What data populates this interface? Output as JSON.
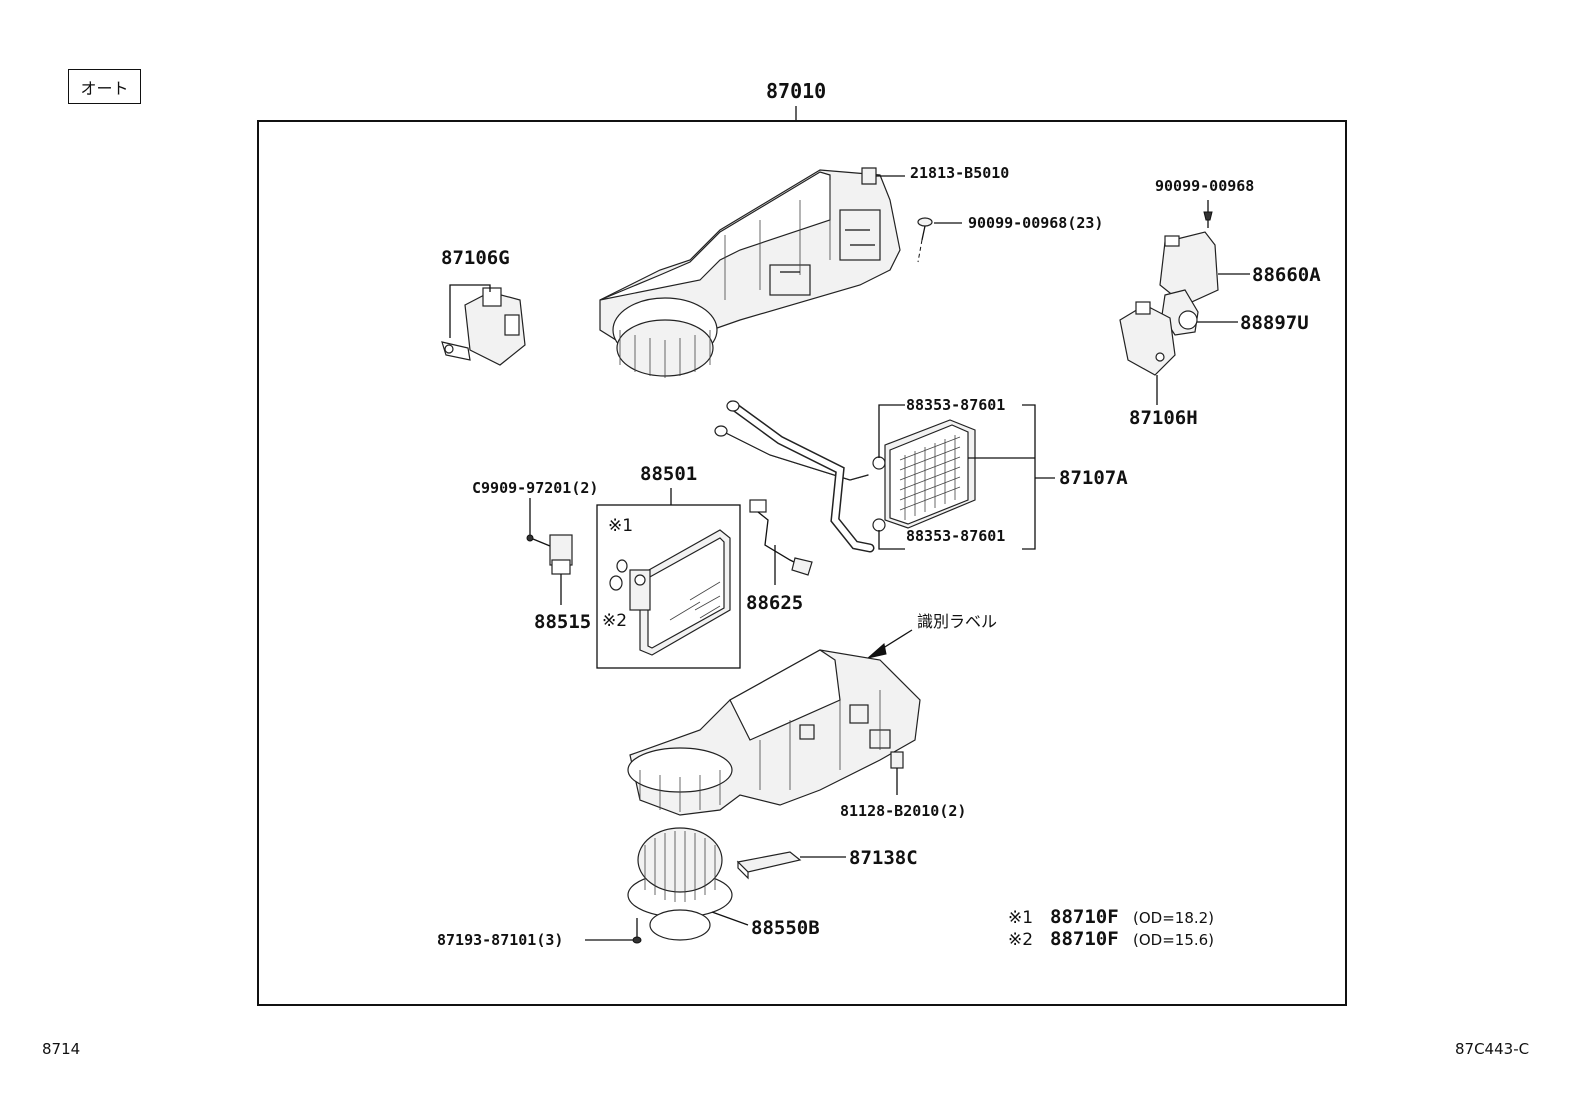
{
  "variant_badge": "オート",
  "assembly_number": "87010",
  "labels": {
    "clip_21813": "21813-B5010",
    "screw_90099_23": "90099-00968(23)",
    "screw_90099_top": "90099-00968",
    "servo_88660A": "88660A",
    "servo_88897U": "88897U",
    "servo_87106H": "87106H",
    "servo_87106G": "87106G",
    "oring_top": "88353-87601",
    "oring_bottom": "88353-87601",
    "heater_core": "87107A",
    "evaporator": "88501",
    "bolt_c9909": "C9909-97201(2)",
    "expansion_valve": "88515",
    "thermistor": "88625",
    "ref_mark_1": "※1",
    "ref_mark_2": "※2",
    "id_label": "識別ラベル",
    "clip_81128": "81128-B2010(2)",
    "filter": "87138C",
    "blower_motor": "88550B",
    "screw_87193": "87193-87101(3)",
    "note_1_mark": "※1",
    "note_1_part": "88710F",
    "note_1_spec": "(OD=18.2)",
    "note_2_mark": "※2",
    "note_2_part": "88710F",
    "note_2_spec": "(OD=15.6)"
  },
  "footer": {
    "page_ref": "8714",
    "figure_code": "87C443-C"
  }
}
